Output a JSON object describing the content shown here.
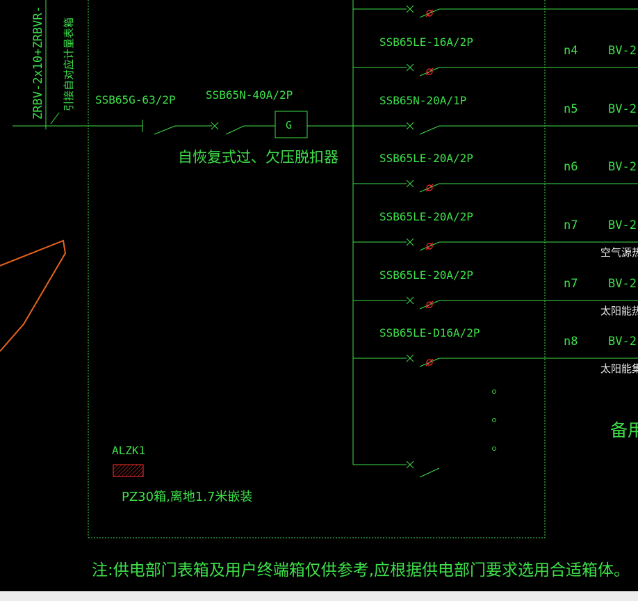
{
  "colors": {
    "background": "#000000",
    "line": "#3ee04a",
    "text": "#3ee04a",
    "breaker_mark": "#ff3030",
    "orange_shape": "#e8641e",
    "white_text": "#e8e8e8"
  },
  "incoming": {
    "cable_label": "ZRBV-2x10+ZRBVR-",
    "note": "引接自对应计量表箱"
  },
  "main_breaker": {
    "label": "SSB65G-63/2P"
  },
  "protector_breaker": {
    "label": "SSB65N-40A/2P"
  },
  "protector": {
    "symbol_label": "G",
    "description": "自恢复式过、欠压脱扣器"
  },
  "circuits": [
    {
      "breaker": "SSB65LE-16A/2P",
      "circuit_no": "n4",
      "cable": "BV-2",
      "load": ""
    },
    {
      "breaker": "SSB65N-20A/1P",
      "circuit_no": "n5",
      "cable": "BV-2",
      "load": ""
    },
    {
      "breaker": "SSB65LE-20A/2P",
      "circuit_no": "n6",
      "cable": "BV-2",
      "load": ""
    },
    {
      "breaker": "SSB65LE-20A/2P",
      "circuit_no": "n7",
      "cable": "BV-2",
      "load": "空气源热"
    },
    {
      "breaker": "SSB65LE-20A/2P",
      "circuit_no": "n7",
      "cable": "BV-2",
      "load": "太阳能热"
    },
    {
      "breaker": "SSB65LE-D16A/2P",
      "circuit_no": "n8",
      "cable": "BV-2",
      "load": "太阳能集"
    }
  ],
  "spare": {
    "label": "备用"
  },
  "box": {
    "name": "ALZK1",
    "install_note": "PZ30箱,离地1.7米嵌装"
  },
  "footnote": "注:供电部门表箱及用户终端箱仅供参考,应根据供电部门要求选用合适箱体。"
}
